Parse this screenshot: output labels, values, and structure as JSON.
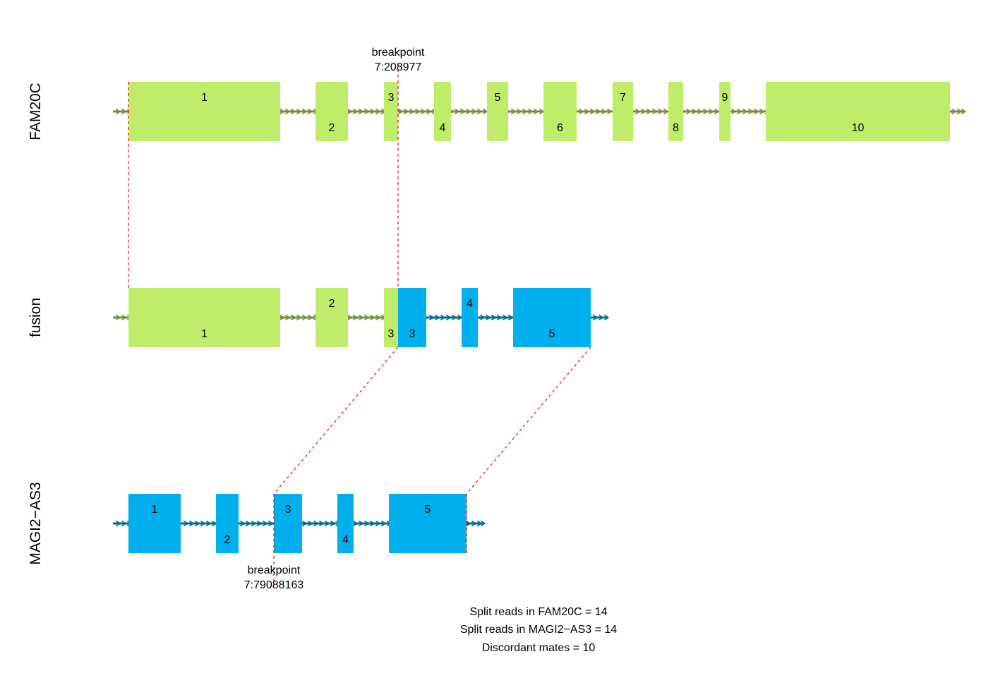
{
  "colors": {
    "gene1_exon": "#BFED6A",
    "gene1_line": "#738F3F",
    "gene2_exon": "#00B0ED",
    "gene2_line": "#006B8F",
    "connector": "#FF0000"
  },
  "tracks": {
    "gene1": {
      "label": "FAM20C",
      "exon_labels": [
        "1",
        "2",
        "3",
        "4",
        "5",
        "6",
        "7",
        "8",
        "9",
        "10"
      ]
    },
    "fusion": {
      "label": "fusion",
      "gene1_exon_labels": [
        "1",
        "2",
        "3"
      ],
      "gene2_exon_labels": [
        "3",
        "4",
        "5"
      ]
    },
    "gene2": {
      "label": "MAGI2−AS3",
      "exon_labels": [
        "1",
        "2",
        "3",
        "4",
        "5"
      ]
    }
  },
  "breakpoints": {
    "gene1": {
      "title": "breakpoint",
      "position": "7:208977"
    },
    "gene2": {
      "title": "breakpoint",
      "position": "7:79088163"
    }
  },
  "stats": [
    "Split reads in FAM20C = 14",
    "Split reads in MAGI2−AS3 = 14",
    "Discordant mates = 10"
  ]
}
